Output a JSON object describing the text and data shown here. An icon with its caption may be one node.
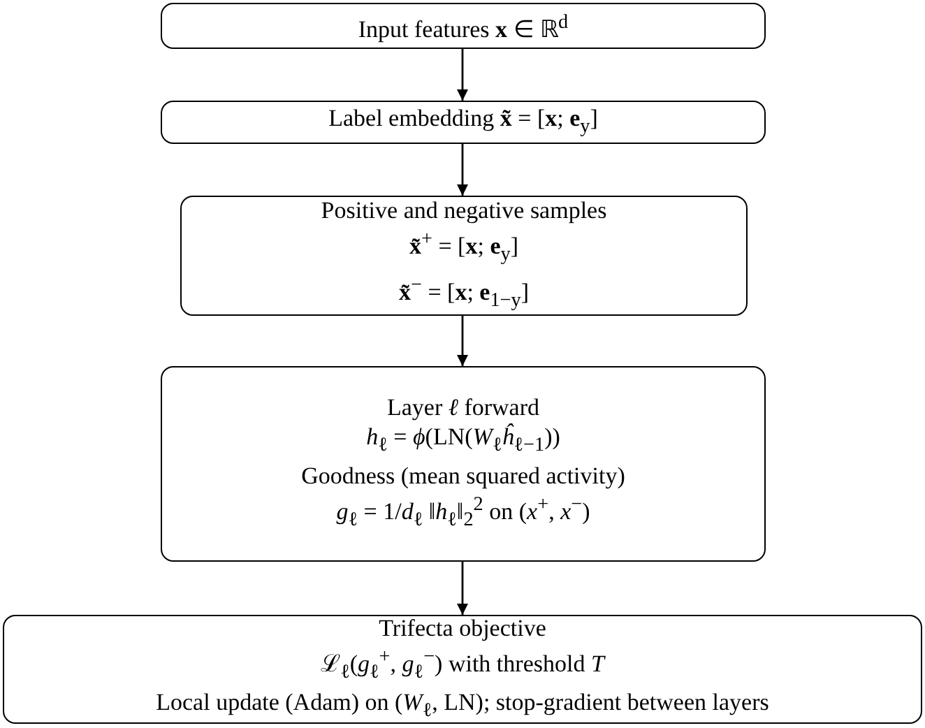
{
  "diagram": {
    "nodes": [
      {
        "text": [
          "Input features **x** ∈ ℝ$^{d}$"
        ]
      },
      {
        "text": [
          "Label embedding **x̃** = [**x**; **e**$_{y}$]"
        ]
      },
      {
        "text": [
          "Positive and negative samples",
          "**x̃**$^{+}$ = [**x**; **e**$_{y}$]",
          "**x̃**$^{−}$ = [**x**; **e**$_{1−y}$]"
        ]
      },
      {
        "text": [
          "Layer *ℓ* forward",
          "*h*$_{ℓ}$ = *ϕ*(LN(*W*$_{ℓ}$*ĥ*$_{ℓ−1}$))",
          "Goodness (mean squared activity)",
          "*g*$_{ℓ}$ = 1/*d*$_{ℓ}$ ‖*h*$_{ℓ}$‖$_{2}$$^{2}$ on (*x*$^{+}$, *x*$^{−}$)"
        ]
      },
      {
        "text": [
          "Trifecta objective",
          "ℒ$_{ℓ}$(*g*$_{ℓ}$$^{+}$, *g*$_{ℓ}$$^{−}$) with threshold *T*",
          "Local update (Adam) on (*W*$_{ℓ}$, LN); stop-gradient between layers"
        ]
      }
    ],
    "edges": [
      {
        "from": 0,
        "to": 1,
        "arrow": "to"
      },
      {
        "from": 1,
        "to": 2,
        "arrow": "to"
      },
      {
        "from": 2,
        "to": 3,
        "arrow": "to"
      },
      {
        "from": 3,
        "to": 4,
        "arrow": "to"
      }
    ]
  }
}
